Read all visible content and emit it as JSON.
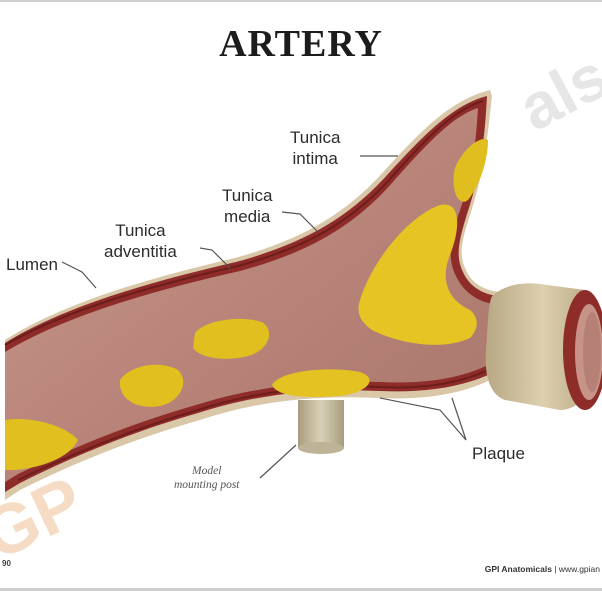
{
  "title": "ARTERY",
  "labels": {
    "tunica_intima": "Tunica\nintima",
    "tunica_media": "Tunica\nmedia",
    "tunica_adventitia": "Tunica\nadventitia",
    "lumen": "Lumen",
    "plaque": "Plaque",
    "mounting_post": "Model\nmounting post"
  },
  "footer": {
    "left_code": "90",
    "brand": "GPI Anatomicals",
    "website": "www.gpian"
  },
  "watermark": {
    "top": "als",
    "bottom_left": "GP"
  },
  "colors": {
    "vessel_wall": "#c08a80",
    "vessel_rim": "#a3433b",
    "plaque": "#e3c021",
    "adventitia_sleeve": "#cbbd99",
    "post": "#c7bfa4"
  }
}
